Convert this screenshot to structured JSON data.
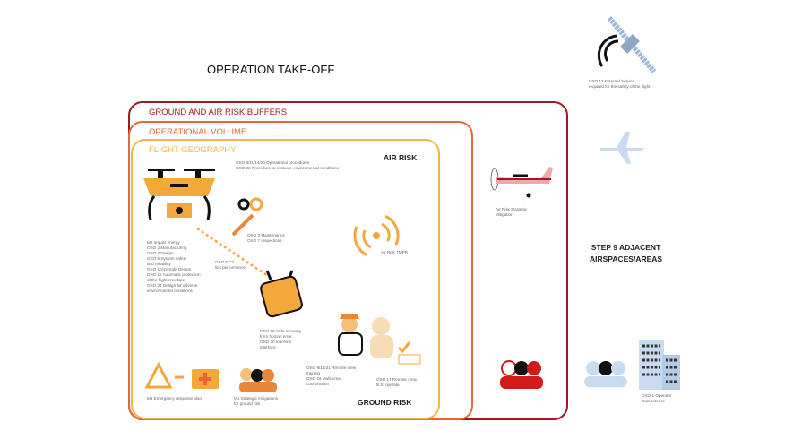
{
  "title": "OPERATION TAKE-OFF",
  "zones": {
    "buffers": "GROUND AND AIR RISK BUFFERS",
    "operational_volume": "OPERATIONAL VOLUME",
    "flight_geography": "FLIGHT GEOGRAPHY"
  },
  "air_risk": "AIR RISK",
  "ground_risk": "GROUND RISK",
  "adjacent": "STEP 9 ADJACENT\nAIRSPACES/AREAS",
  "labels": {
    "osd_ops": "OSO 8/11/14/20 Operational procedures\nOSO 23 Procedure to evaluate environmental conditions",
    "drone": "M2 Impact energy\nOSO 2 Manufacturing\nOSO 4 Design\nOSO 5 System safety\n      and reliability\nOSO 10/12 Safe Design\nOSO 18 Automatic protection\n      of the flight envelope\nOSO 24 Design for adverse\n      environmental conditions",
    "maintenance": "OSO 3 Maintenance\nOSO 7 Inspections",
    "c2": "OSO 6 C2\nlink performance",
    "tmpr": "Air Risk TMPR",
    "controller": "OSO 19 Safe recovery\n      from human error\nOSO 20 machine\n      interface",
    "crew": "OSO 9/15/21 Remote crew\n      training\nOSO 16 Multi crew\n      coordination",
    "fit": "OSO 17 Remote crew\n      fit to operate",
    "erp": "M3 Emergency response plan",
    "m1": "M1 Strategic mitigations\nfor ground risk",
    "satellite": "OSO 13 External Service\nrequired for the safety of the flight",
    "strategic": "Air Risk Strategic\nMitigation",
    "operator": "OSO 1 Operator\nCompetence"
  },
  "colors": {
    "red": "#a3171f",
    "orange": "#e8673a",
    "yellow": "#f4b54a",
    "pink": "#f2a6ad",
    "blue": "#c9dcef"
  }
}
